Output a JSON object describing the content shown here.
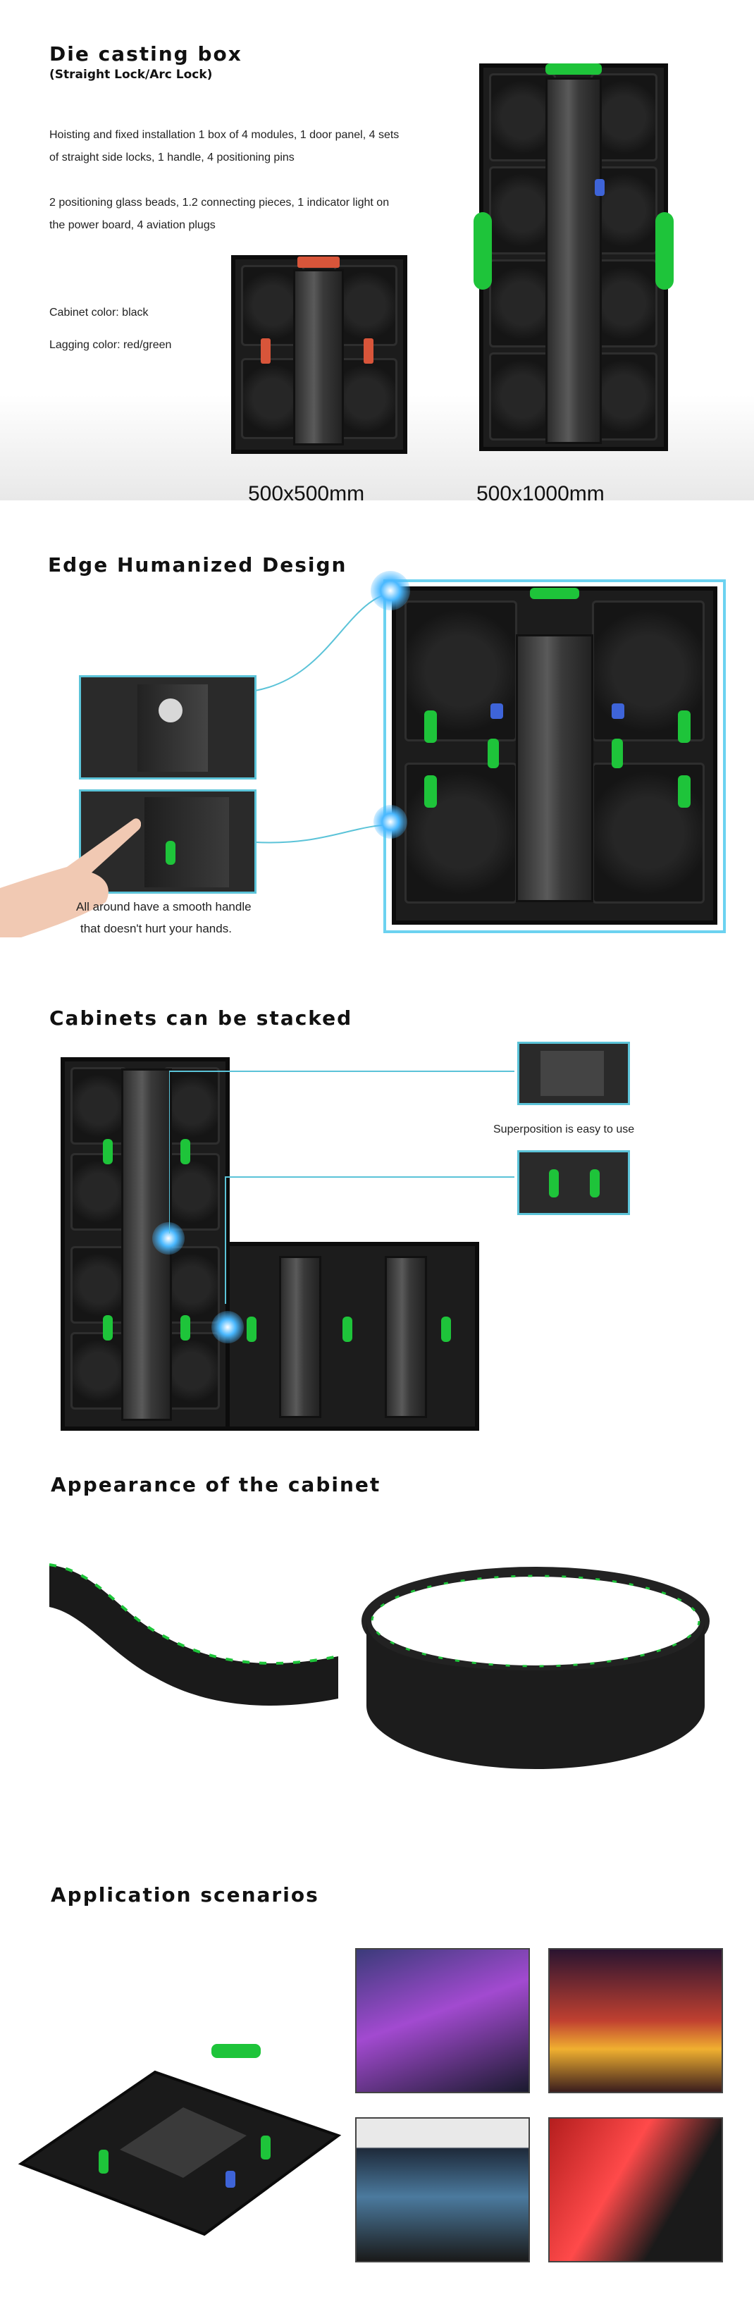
{
  "sections": {
    "die_casting": {
      "title": "Die casting box",
      "subtitle": "(Straight Lock/Arc Lock)",
      "para1": "Hoisting and fixed installation 1 box of 4 modules, 1 door panel, 4 sets of straight side locks, 1 handle, 4 positioning pins",
      "para2": "2 positioning glass beads, 1.2 connecting pieces, 1 indicator light on the power board, 4 aviation plugs",
      "cabinet_color": "Cabinet color: black",
      "lagging_color": "Lagging color: red/green",
      "size_small": "500x500mm",
      "size_large": "500x1000mm"
    },
    "edge": {
      "title": "Edge Humanized Design",
      "caption_line1": "All around have a smooth handle",
      "caption_line2": "that doesn't hurt your hands."
    },
    "stacked": {
      "title": "Cabinets can be stacked",
      "caption": "Superposition is easy to use"
    },
    "appearance": {
      "title": "Appearance of the cabinet"
    },
    "application": {
      "title": "Application scenarios"
    }
  },
  "colors": {
    "accent_blue": "#49b8ff",
    "inset_border": "#5bc3d8",
    "handle_green": "#1ec43a",
    "lock_red": "#d8553a",
    "cabinet_black": "#1c1c1c"
  }
}
